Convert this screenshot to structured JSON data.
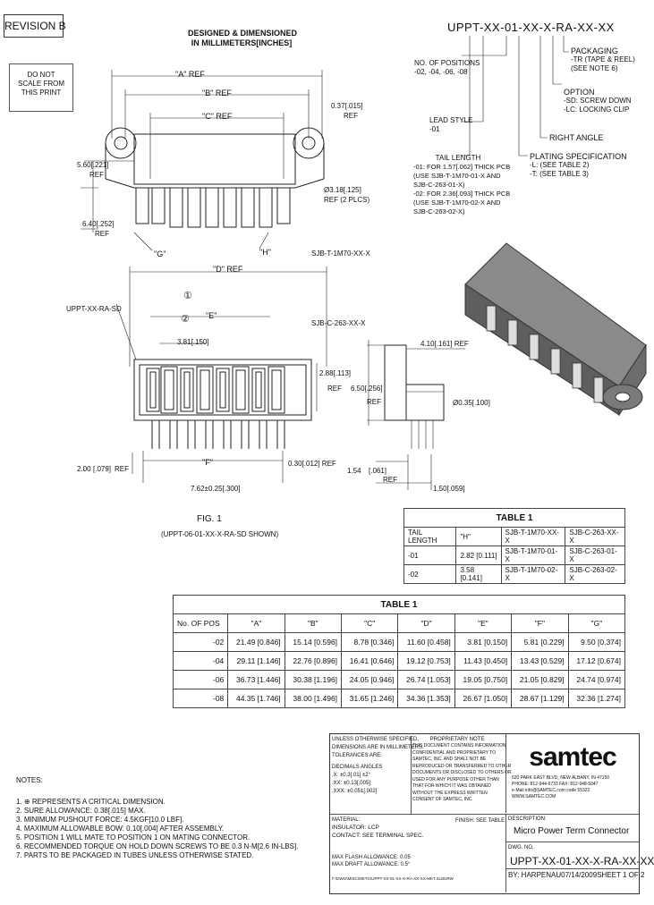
{
  "revision": "REVISION B",
  "heading": [
    "DESIGNED & DIMENSIONED",
    "IN MILLIMETERS[INCHES]"
  ],
  "do_not_scale": [
    "DO NOT",
    "SCALE FROM",
    "THIS PRINT"
  ],
  "part_template": "UPPT-XX-01-XX-X-RA-XX-XX",
  "part_callouts": {
    "packaging": [
      "PACKAGING",
      "-TR (TAPE & REEL)",
      "(SEE NOTE 6)"
    ],
    "option": [
      "OPTION",
      "-SD: SCREW DOWN",
      "-LC: LOCKING CLIP"
    ],
    "right_angle": "RIGHT ANGLE",
    "plating": [
      "PLATING SPECIFICATION",
      "-L: (SEE TABLE 2)",
      "-T: (SEE TABLE 3)"
    ],
    "num_positions": [
      "NO. OF POSITIONS",
      "-02, -04, -06, -08"
    ],
    "lead_style": [
      "LEAD STYLE",
      "-01"
    ],
    "tail_length": [
      "TAIL LENGTH",
      "-01: FOR 1.57[.062] THICK PCB",
      "(USE SJB-T-1M70-01-X AND",
      "SJB-C-263-01-X)",
      "-02: FOR 2.36[.093] THICK PCB",
      "(USE SJB-T-1M70-02-X AND",
      "SJB-C-263-02-X)"
    ]
  },
  "dims": {
    "A_ref": "\"A\" REF",
    "B_ref": "\"B\" REF",
    "C_ref": "\"C\" REF",
    "d1": "0.37[.015]",
    "d1b": "REF",
    "d2": "5.60[.221]",
    "d2b": "REF",
    "d3": "6.40[.252]",
    "d3b": "REF",
    "d4": "Ø3.18[.125]",
    "d4b": "REF (2 PLCS)",
    "G_label": "\"G\"",
    "H_label": "\"H\"",
    "D_ref": "\"D\" REF",
    "part_sd": "UPPT-XX-RA-SD",
    "E_label": "\"E\"",
    "F_label": "\"F\"",
    "d5": "3.81[.150]",
    "sjb_t": "SJB-T-1M70-XX-X",
    "sjb_c": "SJB-C-263-XX-X",
    "d6": "2.88[.113]",
    "d6b": "REF",
    "d7": "2.00",
    "d7b": "[.079]",
    "d7c": "REF",
    "d8": "0.30[.012] REF",
    "d9": "7.62±0.25[.300]",
    "d10": "4.10[.161] REF",
    "d11": "6.50[.256]",
    "d11b": "REF",
    "d12": "Ø0.35[.100]",
    "d13": "1.54",
    "d13b": "[.061]",
    "d13c": "REF",
    "d14": "1.50[.059]",
    "circ1": "①",
    "circ2": "②"
  },
  "fig": [
    "FIG. 1",
    "(UPPT-06-01-XX-X-RA-SD SHOWN)"
  ],
  "table2": {
    "title": "TABLE 1",
    "headers": [
      "TAIL LENGTH",
      "\"H\"",
      "SJB-T-1M70-XX-X",
      "SJB-C-263-XX-X"
    ],
    "rows": [
      [
        "-01",
        "2.82 [0.111]",
        "SJB-T-1M70-01-X",
        "SJB-C-263-01-X"
      ],
      [
        "-02",
        "3.58 [0.141]",
        "SJB-T-1M70-02-X",
        "SJB-C-263-02-X"
      ]
    ]
  },
  "table1": {
    "title": "TABLE 1",
    "headers": [
      "No. OF POS",
      "\"A\"",
      "\"B\"",
      "\"C\"",
      "\"D\"",
      "\"E\"",
      "\"F\"",
      "\"G\""
    ],
    "rows": [
      [
        "-02",
        "21.49 [0.846]",
        "15.14 [0.596]",
        "8.78 [0.346]",
        "11.60 [0.458]",
        "3.81 [0.150]",
        "5.81 [0.229]",
        "9.50 [0.374]"
      ],
      [
        "-04",
        "29.11 [1.146]",
        "22.76 [0.896]",
        "16.41 [0.646]",
        "19.12 [0.753]",
        "11.43 [0.450]",
        "13.43 [0.529]",
        "17.12 [0.674]"
      ],
      [
        "-06",
        "36.73 [1.446]",
        "30.38 [1.196]",
        "24.05 [0.946]",
        "26.74 [1.053]",
        "19.05 [0.750]",
        "21.05 [0.829]",
        "24.74 [0.974]"
      ],
      [
        "-08",
        "44.35 [1.746]",
        "38.00 [1.496]",
        "31.65 [1.246]",
        "34.36 [1.353]",
        "26.67 [1.050]",
        "28.67 [1.129]",
        "32.36 [1.274]"
      ]
    ]
  },
  "notes_title": "NOTES:",
  "notes": [
    "1. ⊕ REPRESENTS A CRITICAL DIMENSION.",
    "2. SURE ALLOWANCE: 0.38[.015] MAX.",
    "3. MINIMUM PUSHOUT FORCE: 4.5KGF[10.0 LBF].",
    "4. MAXIMUM ALLOWABLE BOW: 0.10[.004] AFTER ASSEMBLY.",
    "5. POSITION 1 WILL MATE TO POSITION 1 ON MATING CONNECTOR.",
    "6. RECOMMENDED TORQUE ON HOLD DOWN SCREWS TO BE 0.3 N-M[2.6 IN-LBS].",
    "7. PARTS TO BE PACKAGED IN TUBES UNLESS OTHERWISE STATED."
  ],
  "tolerances": [
    "UNLESS OTHERWISE SPECIFIED,",
    "DIMENSIONS ARE IN MILLIMETERS.",
    "TOLERANCES ARE:",
    "DECIMALS          ANGLES",
    ".X: ±0.3[.01]       ±2°",
    ".XX: ±0.13[.005]",
    ".XXX: ±0.051[.002]"
  ],
  "proprietary": [
    "PROPRIETARY NOTE",
    "THIS DOCUMENT CONTAINS INFORMATION",
    "CONFIDENTIAL AND PROPRIETARY TO",
    "SAMTEC, INC. AND SHALL NOT BE",
    "REPRODUCED OR TRANSFERRED TO OTHER",
    "DOCUMENTS OR DISCLOSED TO OTHERS OR",
    "USED FOR ANY PURPOSE OTHER THAN",
    "THAT FOR WHICH IT WAS OBTAINED",
    "WITHOUT THE EXPRESS WRITTEN",
    "CONSENT OF SAMTEC, INC."
  ],
  "logo": "samtec",
  "address": [
    "520 PARK EAST BLVD, NEW ALBANY, IN 47150",
    "PHONE: 812-944-6733   FAX: 812-948-5047",
    "e-Mail info@SAMTEC.com   code 55322",
    "WWW.SAMTEC.COM"
  ],
  "material": [
    "MATERIAL:",
    "INSULATOR: LCP",
    "CONTACT: SEE TERMINAL SPEC."
  ],
  "finish_label": "FINISH: SEE TABLE",
  "material2": [
    "MAX FLASH ALLOWANCE: 0.05",
    "MAX DRAFT ALLOWANCE: 0.5°"
  ],
  "file_path": "F:\\DWG\\MISC\\MKTG\\UPPT-XX-01-XX-X-RA-XX-XX-MKT.SLDDRW",
  "desc_label": "DESCRIPTION:",
  "description": "Micro Power Term Connector",
  "dwg_label": "DWG. NO.",
  "dwg_no": "UPPT-XX-01-XX-X-RA-XX-XX",
  "by": "BY: HARPENAU",
  "date": "07/14/2009",
  "sheet": "SHEET 1 OF 2"
}
